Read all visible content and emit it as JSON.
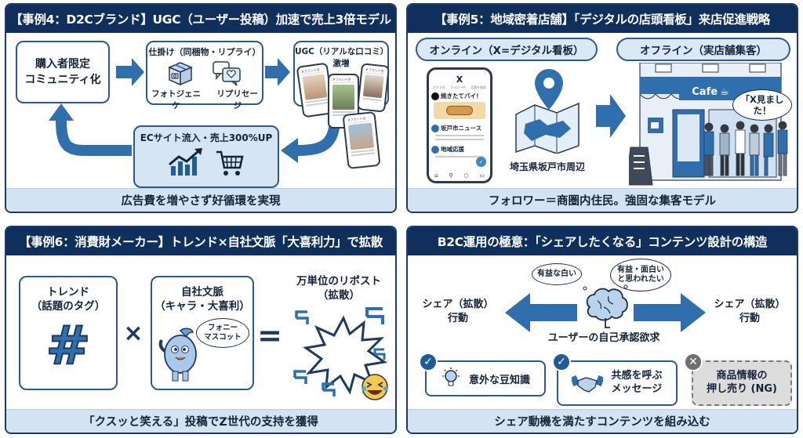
{
  "colors": {
    "navy": "#0f2f5c",
    "accent": "#2f6fae",
    "light": "#d3e3f3",
    "ng": "#d9d9d9"
  },
  "case4": {
    "title": "【事例4：D2Cブランド】UGC（ユーザー投稿）加速で売上3倍モデル",
    "community_box": [
      "購入者限定",
      "コミュニティ化"
    ],
    "tactics_box": {
      "title": "仕掛け（同梱物・リプライ）",
      "items": [
        {
          "icon": "package-camera-icon",
          "label": "フォトジェニケ"
        },
        {
          "icon": "chat-heart-icon",
          "label": "リプリセージ"
        }
      ]
    },
    "ugc_box": {
      "title": "UGC（リアルな口コミ）",
      "subtitle": "激増",
      "phone_header": "#ブランド名"
    },
    "result_box": {
      "title": "ECサイト流入・売上300%UP",
      "icons": [
        "growth-chart-icon",
        "shopping-cart-icon"
      ]
    },
    "footer": "広告費を増やさず好循環を実現"
  },
  "case5": {
    "title": "【事例5：地域密着店舗】「デジタルの店頭看板」来店促進戦略",
    "online_label": "オンライン（X=デジタル看板）",
    "offline_label": "オフライン（実店舗集客）",
    "phone": {
      "app_title": "X",
      "tabs": [
        "おすすめ",
        "フォロー中",
        "話題を検索"
      ],
      "posts": [
        "焼きたてパイ！",
        "坂戸市ニュース",
        "地域応援"
      ]
    },
    "map_label": "埼玉県坂戸市周辺",
    "store_sign": "Cafe",
    "speech": "「X見ました！",
    "footer": "フォロワー＝商圏内住民。強固な集客モデル"
  },
  "case6": {
    "title": "【事例6：消費財メーカー】トレンド×自社文脈「大喜利力」で拡散",
    "trend_box": {
      "title": [
        "トレンド",
        "（話題のタグ）"
      ],
      "symbol": "#"
    },
    "times": "×",
    "context_box": {
      "title": [
        "自社文脈",
        "（キャラ・大喜利）"
      ],
      "bubble": [
        "フォニー",
        "マスコット"
      ]
    },
    "equals": "=",
    "result": {
      "title": [
        "万単位のリポスト",
        "（拡散）"
      ]
    },
    "footer": "「クスッと笑える」投稿でZ世代の支持を獲得"
  },
  "b2c": {
    "title": "B2C運用の極意：「シェアしたくなる」コンテンツ設計の構造",
    "thought_left": "有益な白い",
    "thought_right": [
      "有益・面白い",
      "と思われたい"
    ],
    "share_left": [
      "シェア（拡散）",
      "行動"
    ],
    "share_right": [
      "シェア（拡散）",
      "行動"
    ],
    "center_label": "ユーザーの自己承認欲求",
    "cards": [
      {
        "status": "ok",
        "icon": "lightbulb-icon",
        "label": [
          "意外な豆知識"
        ]
      },
      {
        "status": "ok",
        "icon": "handshake-icon",
        "label": [
          "共感を呼ぶ",
          "メッセージ"
        ]
      },
      {
        "status": "ng",
        "icon": "",
        "label": [
          "商品情報の",
          "押し売り (NG)"
        ]
      }
    ],
    "footer": "シェア動機を満たすコンテンツを組み込む"
  }
}
